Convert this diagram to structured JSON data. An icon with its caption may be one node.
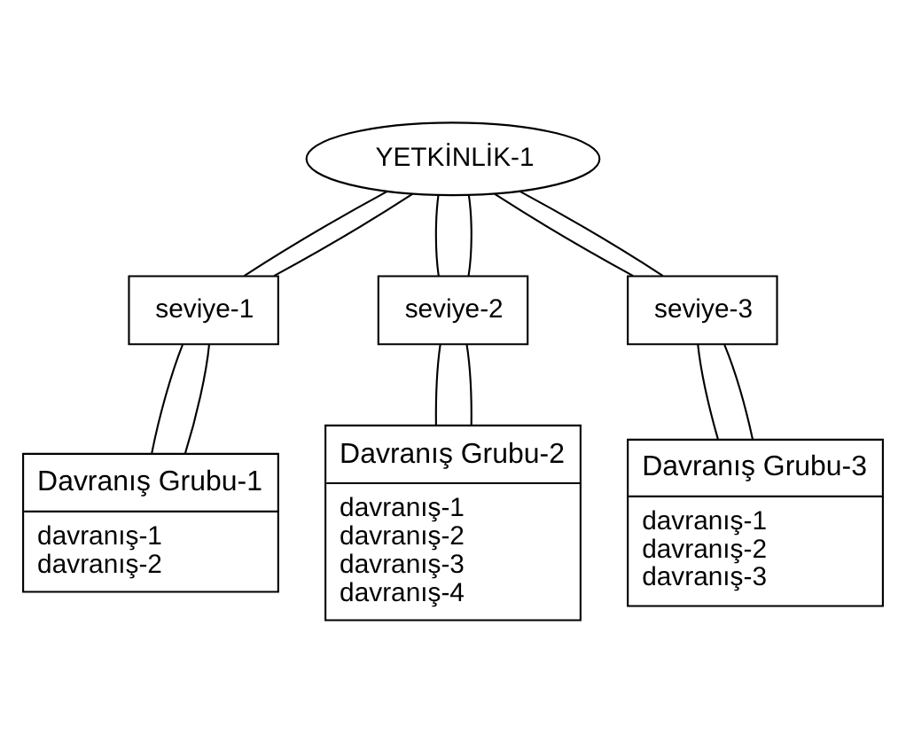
{
  "diagram": {
    "nodes": [
      {
        "text": [
          "YETKİNLİK-1"
        ]
      },
      {
        "text": [
          "seviye-1"
        ]
      },
      {
        "text": [
          "seviye-2"
        ]
      },
      {
        "text": [
          "seviye-3"
        ]
      },
      {
        "text": [
          "Davranış Grubu-1",
          "davranış-1",
          "davranış-2"
        ]
      },
      {
        "text": [
          "Davranış Grubu-2",
          "davranış-1",
          "davranış-2",
          "davranış-3",
          "davranış-4"
        ]
      },
      {
        "text": [
          "Davranış Grubu-3",
          "davranış-1",
          "davranış-2",
          "davranış-3"
        ]
      }
    ],
    "edges": [
      {
        "from": 0,
        "to": 1,
        "arrow": "none"
      },
      {
        "from": 0,
        "to": 1,
        "arrow": "none"
      },
      {
        "from": 0,
        "to": 2,
        "arrow": "none"
      },
      {
        "from": 0,
        "to": 2,
        "arrow": "none"
      },
      {
        "from": 0,
        "to": 3,
        "arrow": "none"
      },
      {
        "from": 0,
        "to": 3,
        "arrow": "none"
      },
      {
        "from": 1,
        "to": 4,
        "arrow": "none"
      },
      {
        "from": 1,
        "to": 4,
        "arrow": "none"
      },
      {
        "from": 2,
        "to": 5,
        "arrow": "none"
      },
      {
        "from": 2,
        "to": 5,
        "arrow": "none"
      },
      {
        "from": 3,
        "to": 6,
        "arrow": "none"
      },
      {
        "from": 3,
        "to": 6,
        "arrow": "none"
      }
    ]
  }
}
